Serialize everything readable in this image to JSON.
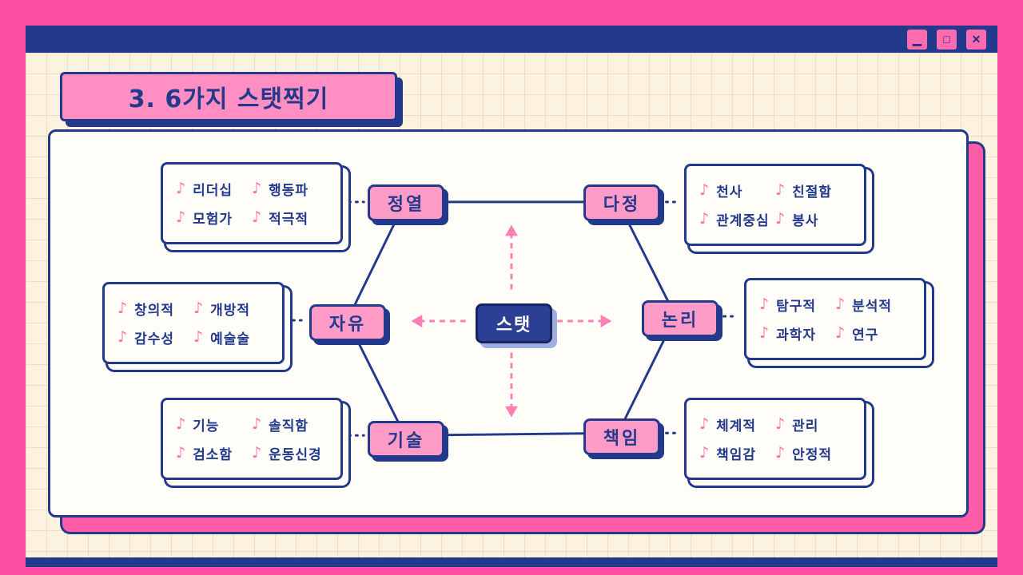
{
  "title": "3. 6가지 스탯찍기",
  "window": {
    "controls": [
      {
        "name": "minimize",
        "glyph": "▁"
      },
      {
        "name": "maximize",
        "glyph": "□"
      },
      {
        "name": "close",
        "glyph": "✕"
      }
    ]
  },
  "center": {
    "label": "스탯"
  },
  "nodes": [
    {
      "id": "passion",
      "label": "정열",
      "traits": [
        "리더십",
        "행동파",
        "모험가",
        "적극적"
      ]
    },
    {
      "id": "affection",
      "label": "다정",
      "traits": [
        "천사",
        "친절함",
        "관계중심",
        "봉사"
      ]
    },
    {
      "id": "freedom",
      "label": "자유",
      "traits": [
        "창의적",
        "개방적",
        "감수성",
        "예술술"
      ]
    },
    {
      "id": "logic",
      "label": "논리",
      "traits": [
        "탐구적",
        "분석적",
        "과학자",
        "연구"
      ]
    },
    {
      "id": "skill",
      "label": "기술",
      "traits": [
        "기능",
        "솔직함",
        "검소함",
        "운동신경"
      ]
    },
    {
      "id": "responsibility",
      "label": "책임",
      "traits": [
        "체계적",
        "관리",
        "책임감",
        "안정적"
      ]
    }
  ],
  "icons": {
    "trait_note": "♪"
  },
  "colors": {
    "frame_pink": "#ff4fa2",
    "navy": "#233a8c",
    "node_pink": "#ff9bc7",
    "cream_bg": "#fbf2e0",
    "accent_pink": "#ff6fae",
    "card_white": "#fffdf8"
  }
}
